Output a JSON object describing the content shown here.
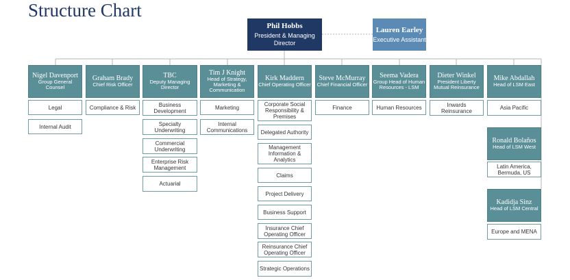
{
  "page": {
    "title": "Structure Chart"
  },
  "top": {
    "name": "Phil Hobbs",
    "title": "President & Managing Director"
  },
  "assistant": {
    "name": "Lauren Earley",
    "title": "Executive Assistant"
  },
  "heads": [
    {
      "name": "Nigel Davenport",
      "title": "Group General Counsel"
    },
    {
      "name": "Graham Brady",
      "title": "Chief Risk Officer"
    },
    {
      "name": "TBC",
      "title": "Deputy Managing Director"
    },
    {
      "name": "Tim J Knight",
      "title": "Head of Strategy, Marketing & Communication"
    },
    {
      "name": "Kirk Maddern",
      "title": "Chief Operating Officer"
    },
    {
      "name": "Steve McMurray",
      "title": "Chief Financial Officer"
    },
    {
      "name": "Seema Vadera",
      "title": "Group Head of Human Resources - LSM"
    },
    {
      "name": "Dieter Winkel",
      "title": "President Liberty Mutual Reinsurance"
    },
    {
      "name": "Mike Abdallah",
      "title": "Head of LSM East"
    },
    {
      "name": "Ronald Bolaños",
      "title": "Head of LSM West"
    },
    {
      "name": "Kadidja Sinz",
      "title": "Head of LSM Central"
    }
  ],
  "functions": {
    "nigel": [
      "Legal",
      "Internal Audit"
    ],
    "graham": [
      "Compliance & Risk"
    ],
    "tbc": [
      "Business Development",
      "Specialty Underwriting",
      "Commercial Underwriting",
      "Enterprise Risk Management",
      "Actuarial"
    ],
    "tim": [
      "Marketing",
      "Internal Communications"
    ],
    "kirk": [
      "Corporate Social Responsibility & Premises",
      "Delegated Authority",
      "Management Information & Analytics",
      "Claims",
      "Project Delivery",
      "Business Support",
      "Insurance Chief Operating Officer",
      "Reinsurance Chief Operating Officer",
      "Strategic Operations"
    ],
    "steve": [
      "Finance"
    ],
    "seema": [
      "Human Resources"
    ],
    "dieter": [
      "Inwards Reinsurance"
    ],
    "mike": [
      "Asia Pacific"
    ],
    "ronald": [
      "Latin America, Bermuda, US"
    ],
    "kadidja": [
      "Europe and MENA"
    ]
  }
}
